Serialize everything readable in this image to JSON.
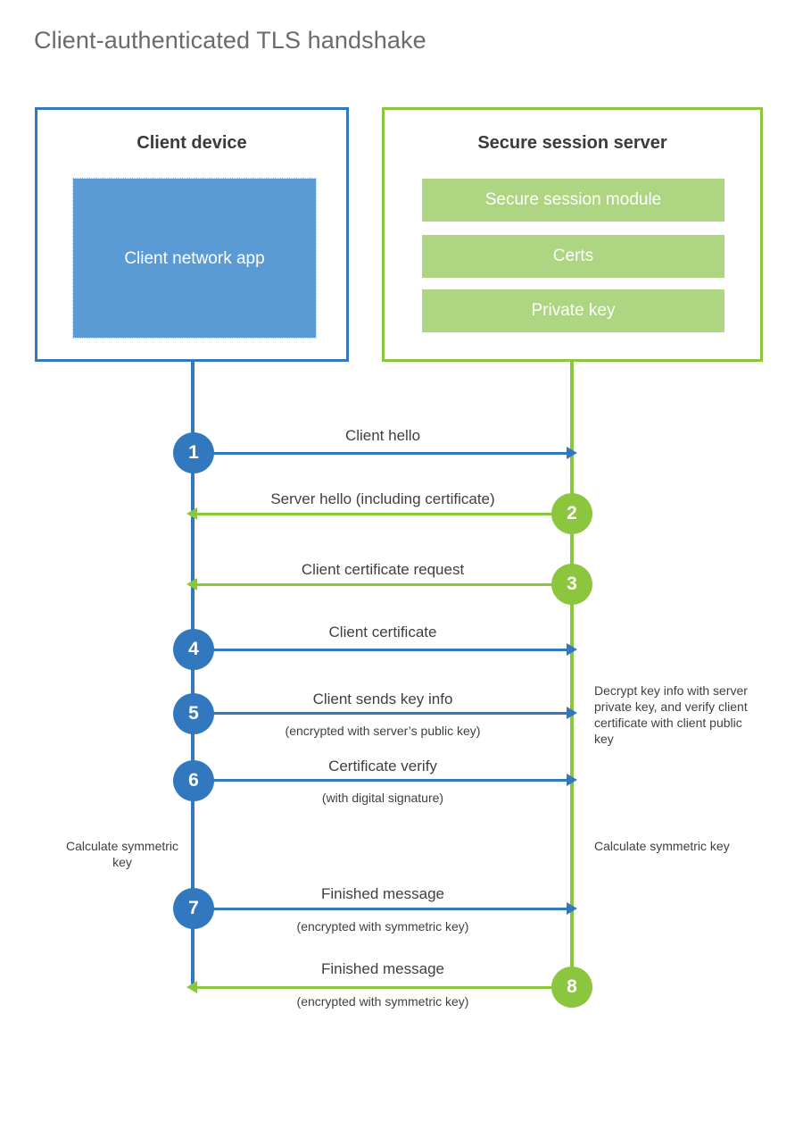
{
  "title": "Client-authenticated TLS handshake",
  "colors": {
    "client_blue": "#3278bf",
    "server_green": "#8cc63f",
    "client_app_fill": "#5b9bd5",
    "server_bar_fill": "#aed581",
    "title_gray": "#6b6b6b",
    "text_gray": "#3f3f3f"
  },
  "client": {
    "title": "Client device",
    "app_label": "Client network app"
  },
  "server": {
    "title": "Secure session server",
    "modules": [
      {
        "label": "Secure session module"
      },
      {
        "label": "Certs"
      },
      {
        "label": "Private key"
      }
    ]
  },
  "steps": [
    {
      "number": "1",
      "label": "Client hello",
      "sublabel": "",
      "direction": "client-to-server",
      "color": "blue"
    },
    {
      "number": "2",
      "label": "Server hello (including certificate)",
      "sublabel": "",
      "direction": "server-to-client",
      "color": "green"
    },
    {
      "number": "3",
      "label": "Client certificate request",
      "sublabel": "",
      "direction": "server-to-client",
      "color": "green"
    },
    {
      "number": "4",
      "label": "Client certificate",
      "sublabel": "",
      "direction": "client-to-server",
      "color": "blue"
    },
    {
      "number": "5",
      "label": "Client sends key info",
      "sublabel": "(encrypted with server’s public key)",
      "direction": "client-to-server",
      "color": "blue"
    },
    {
      "number": "6",
      "label": "Certificate verify",
      "sublabel": "(with digital signature)",
      "direction": "client-to-server",
      "color": "blue"
    },
    {
      "number": "7",
      "label": "Finished message",
      "sublabel": "(encrypted with symmetric key)",
      "direction": "client-to-server",
      "color": "blue"
    },
    {
      "number": "8",
      "label": "Finished message",
      "sublabel": "(encrypted with symmetric key)",
      "direction": "server-to-client",
      "color": "green"
    }
  ],
  "annotations": {
    "decrypt": "Decrypt key info with server private key, and verify client certificate with client public key",
    "client_symmetric": "Calculate symmetric key",
    "server_symmetric": "Calculate symmetric key"
  }
}
